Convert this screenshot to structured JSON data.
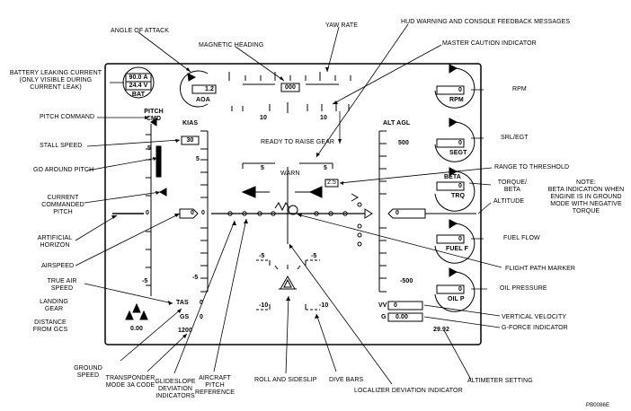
{
  "callouts": {
    "battery_leaking_current": "BATTERY LEAKING CURRENT\n(ONLY VISIBLE DURING\nCURRENT LEAK)",
    "pitch_command": "PITCH COMMAND",
    "stall_speed": "STALL SPEED",
    "go_around_pitch": "GO AROUND PITCH",
    "current_commanded_pitch": "CURRENT\nCOMMANDED\nPITCH",
    "artificial_horizon": "ARTIFICIAL\nHORIZON",
    "airspeed": "AIRSPEED",
    "true_air_speed": "TRUE AIR\nSPEED",
    "landing_gear": "LANDING\nGEAR",
    "distance_from_gcs": "DISTANCE\nFROM GCS",
    "ground_speed": "GROUND\nSPEED",
    "transponder": "TRANSPONDER\nMODE 3A CODE",
    "glideslope": "GLIDESLOPE\nDEVIATION\nINDICATORS",
    "aircraft_pitch_reference": "AIRCRAFT\nPITCH\nREFERENCE",
    "roll_and_sideslip": "ROLL AND SIDESLIP",
    "dive_bars": "DIVE BARS",
    "localizer": "LOCALIZER DEVIATION INDICATOR",
    "angle_of_attack": "ANGLE OF ATTACK",
    "magnetic_heading": "MAGNETIC HEADING",
    "yaw_rate": "YAW RATE",
    "hud_warning": "HUD WARNING AND CONSOLE FEEDBACK MESSAGES",
    "master_caution": "MASTER CAUTION INDICATOR",
    "rpm": "RPM",
    "srl_egt": "SRL/EGT",
    "range_to_threshold": "RANGE TO THRESHOLD",
    "torque_beta": "TORQUE/\nBETA",
    "note": "NOTE:\nBETA INDICATION WHEN\nENGINE IS IN GROUND\nMODE WITH NEGATIVE\nTORQUE",
    "altitude": "ALTITUDE",
    "fuel_flow": "FUEL FLOW",
    "flight_path_marker": "FLIGHT PATH MARKER",
    "oil_pressure": "OIL PRESSURE",
    "vertical_velocity": "VERTICAL VELOCITY",
    "g_force": "G-FORCE INDICATOR",
    "altimeter_setting": "ALTIMETER SETTING"
  },
  "display": {
    "battery_current": "90.0 A",
    "battery_voltage": "24.4 V",
    "battery_label": "BAT",
    "pitch_cmd": "PITCH\nCMD",
    "aoa_value": "1.2",
    "aoa_label": "AOA",
    "heading_value": "000",
    "heading_ticks": [
      "10",
      "10"
    ],
    "kias_label": "KIAS",
    "stall_speed_value": "30",
    "airspeed_value": "0",
    "kias_ticks": [
      "5",
      "0",
      "-5"
    ],
    "pitch_ticks": [
      "5",
      "0",
      "-5"
    ],
    "ready_message": "READY TO RAISE GEAR",
    "warn": "WARN",
    "pitch_ladder": [
      "5",
      "5"
    ],
    "range_value": "2.5",
    "roll_ladder": [
      "-5",
      "-5",
      "-10",
      "-10"
    ],
    "tas_label": "TAS",
    "tas_value": "0",
    "gs_label": "GS",
    "gs_value": "0",
    "transponder_value": "1200",
    "distance_value": "0.00",
    "alt_label": "ALT AGL",
    "alt_ticks": [
      "500",
      "-500"
    ],
    "altitude_value": "0",
    "vv_label": "VV",
    "vv_value": "0",
    "g_label": "G",
    "g_value": "0.00",
    "altimeter_value": "29.92",
    "rpm_value": "0",
    "rpm_label": "RPM",
    "segt_value": "0",
    "segt_label": "SEGT",
    "beta_label": "BETA",
    "trq_value": "0",
    "trq_label": "TRQ",
    "fuel_value": "0",
    "fuel_label": "FUEL F",
    "oil_value": "0",
    "oil_label": "OIL P",
    "figure_id": "PB0086E"
  }
}
